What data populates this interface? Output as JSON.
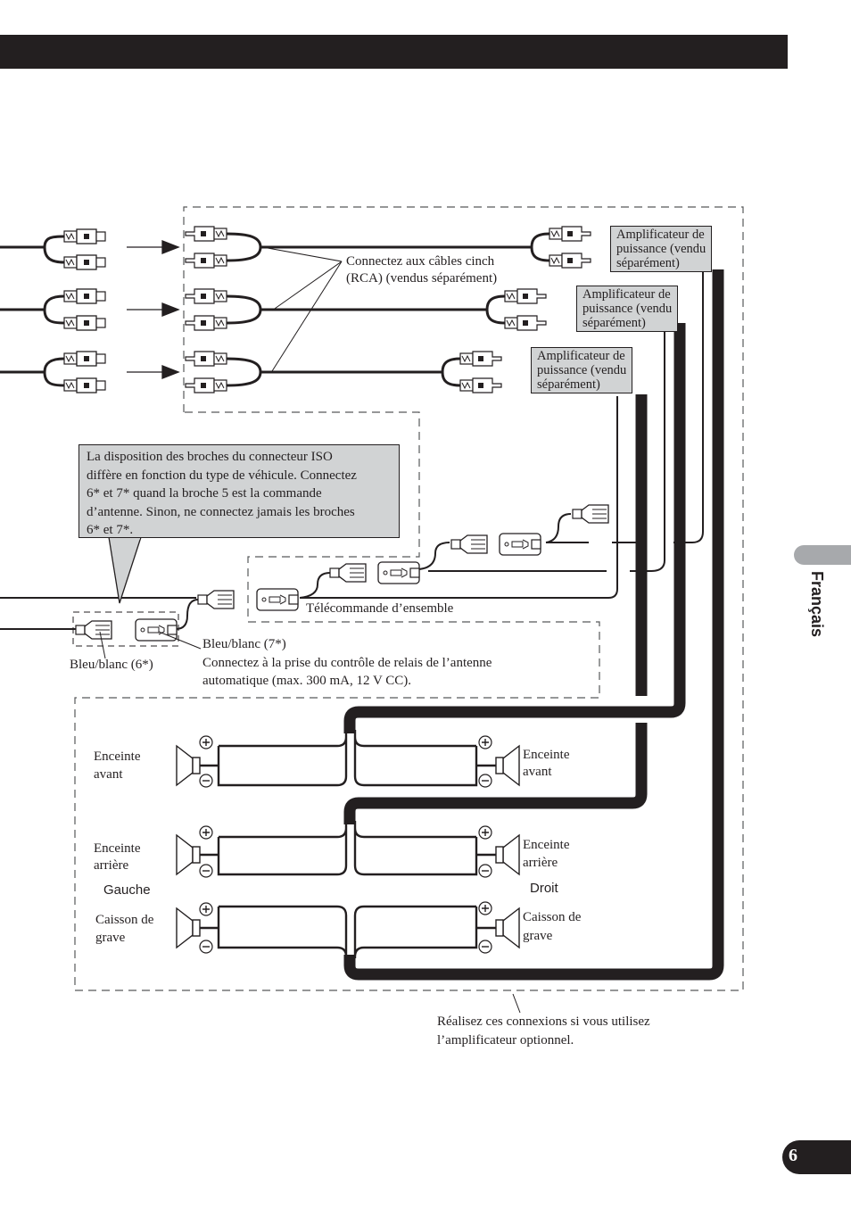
{
  "page": {
    "language_tab": "Français",
    "page_number": "6"
  },
  "rca_section": {
    "connect_label_line1": "Connectez aux câbles cinch",
    "connect_label_line2": "(RCA) (vendus séparément)",
    "amplifiers": [
      {
        "line1": "Amplificateur de",
        "line2": "puissance (vendu",
        "line3": "séparément)"
      },
      {
        "line1": "Amplificateur de",
        "line2": "puissance (vendu",
        "line3": "séparément)"
      },
      {
        "line1": "Amplificateur de",
        "line2": "puissance (vendu",
        "line3": "séparément)"
      }
    ]
  },
  "iso_note": {
    "lines": [
      "La disposition des broches du connecteur ISO",
      "diffère en fonction du type de véhicule. Connectez",
      "6* et 7* quand la broche 5 est la commande",
      "d’antenne. Sinon, ne connectez jamais les broches",
      "6* et 7*."
    ]
  },
  "remote_section": {
    "system_remote_label": "Télécommande d’ensemble",
    "blue_white_6": "Bleu/blanc (6*)",
    "blue_white_7": "Bleu/blanc (7*)",
    "antenna_note_line1": "Connectez à la prise du contrôle de relais de l’antenne",
    "antenna_note_line2": "automatique (max. 300 mA, 12 V CC)."
  },
  "speakers": {
    "left_label": "Gauche",
    "right_label": "Droit",
    "left": [
      {
        "line1": "Enceinte",
        "line2": "avant"
      },
      {
        "line1": "Enceinte",
        "line2": "arrière"
      },
      {
        "line1": "Caisson de",
        "line2": "grave"
      }
    ],
    "right": [
      {
        "line1": "Enceinte",
        "line2": "avant"
      },
      {
        "line1": "Enceinte",
        "line2": "arrière"
      },
      {
        "line1": "Caisson de",
        "line2": "grave"
      }
    ],
    "plus_symbol": "+",
    "minus_symbol": "−"
  },
  "footer_note": {
    "line1": "Réalisez ces connexions si vous utilisez",
    "line2": "l’amplificateur optionnel."
  }
}
